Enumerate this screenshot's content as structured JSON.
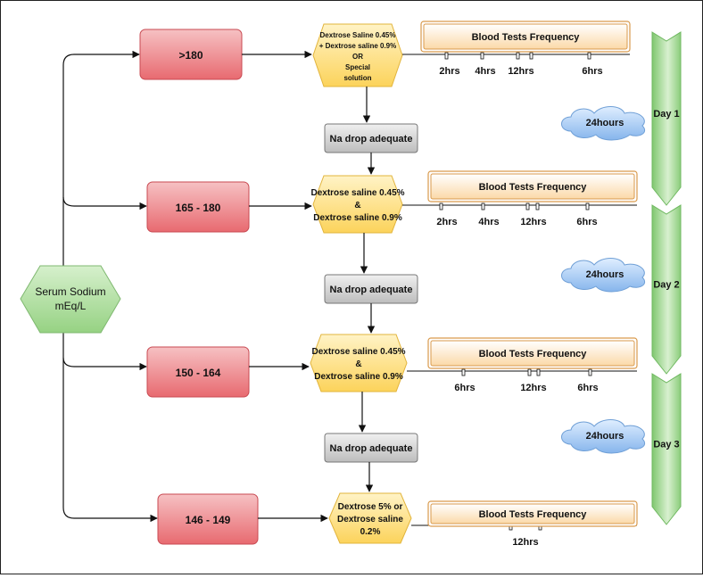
{
  "source": {
    "label_line1": "Serum Sodium",
    "label_line2": "mEq/L"
  },
  "ranges": [
    ">180",
    "165 - 180",
    "150 - 164",
    "146 - 149"
  ],
  "fluids": [
    [
      "Dextrose Saline 0.45%",
      "+ Dextrose saline 0.9%",
      "OR",
      "Special",
      "solution"
    ],
    [
      "Dextrose saline 0.45%",
      "&",
      "Dextrose saline  0.9%"
    ],
    [
      "Dextrose saline 0.45%",
      "&",
      "Dextrose saline 0.9%"
    ],
    [
      "Dextrose 5% or",
      "Dextrose saline",
      "0.2%"
    ]
  ],
  "check_label": "Na drop adequate",
  "bt_title": "Blood Tests Frequency",
  "ticks": [
    [
      "2hrs",
      "4hrs",
      "12hrs",
      "6hrs"
    ],
    [
      "2hrs",
      "4hrs",
      "12hrs",
      "6hrs"
    ],
    [
      "6hrs",
      "12hrs",
      "6hrs"
    ],
    [
      "12hrs"
    ]
  ],
  "cloud_label": "24hours",
  "days": [
    "Day 1",
    "Day 2",
    "Day 3"
  ]
}
